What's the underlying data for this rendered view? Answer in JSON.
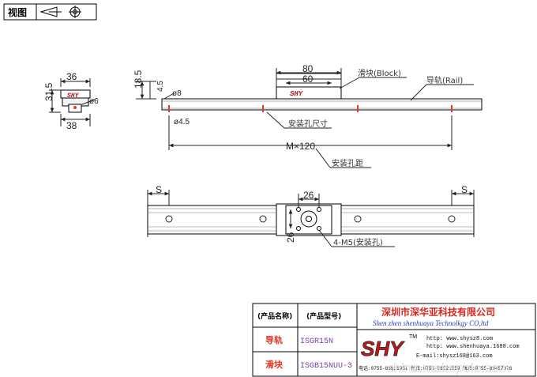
{
  "title_block": {
    "label": "视图"
  },
  "top_view": {
    "block_outer_width": "80",
    "block_inner_width": "60",
    "block_label": "滑块(Block)",
    "rail_label": "导轨(Rail)",
    "height_dim": "18.5",
    "offset_dim": "4.5",
    "hole_dia_dim": "ø8",
    "hole_small_dim": "ø4.5",
    "hole_size_label": "安装孔尺寸",
    "pitch_dim": "M×120",
    "pitch_label": "安装孔距",
    "logo": "SHY"
  },
  "end_view": {
    "top_width": "36",
    "bottom_width": "38",
    "height": "31.5",
    "hole_dia": "ø6",
    "logo": "SHY"
  },
  "side_view": {
    "end_dim_left": "S",
    "end_dim_right": "S",
    "block_hole_span": "26",
    "block_hole_span_vertical": "26",
    "mount_hole_label": "4-M5(安装孔)"
  },
  "info_table": {
    "header_name": "(产品名称)",
    "header_model": "(产品型号)",
    "rows": [
      {
        "name": "导轨",
        "model": "ISGR15N"
      },
      {
        "name": "滑块",
        "model": "ISGB15NUU-3"
      }
    ]
  },
  "company": {
    "name_cn": "深圳市深华亚科技有限公司",
    "name_en": "Shen zhen shenhuaya Technolkgy CO,ltd",
    "logo": "SHY",
    "trademark": "TM",
    "url1": "http: www.shysz8.com",
    "url2": "http: www.shenhuaya.1688.com",
    "email": "E-mail:shysz168@163.com",
    "phone": "电话:0755-86521951 传真:0755-86521959  售后:0755-88457076"
  },
  "watermark": "china.makepolo.com"
}
